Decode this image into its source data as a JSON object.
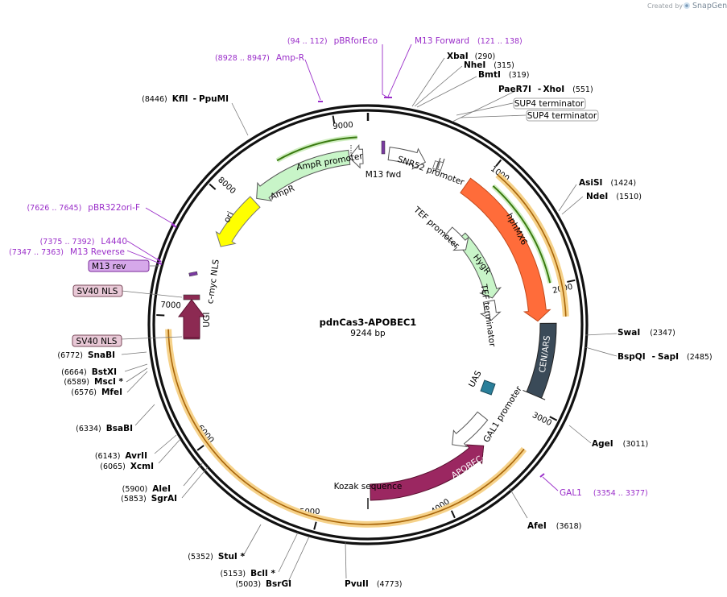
{
  "credit": {
    "prefix": "Created by",
    "brand": "SnapGene"
  },
  "plasmid": {
    "name": "pdnCas3-APOBEC1",
    "length_label": "9244 bp",
    "length": 9244
  },
  "tick_labels": [
    "1000",
    "2000",
    "3000",
    "4000",
    "5000",
    "6000",
    "7000",
    "8000",
    "9000"
  ],
  "sites": [
    {
      "name": "XbaI",
      "coord": "(290)"
    },
    {
      "name": "NheI",
      "coord": "(315)"
    },
    {
      "name": "BmtI",
      "coord": "(319)"
    },
    {
      "name": "PaeR7I",
      "name2": "XhoI",
      "coord": "(551)"
    },
    {
      "name": "AsiSI",
      "coord": "(1424)"
    },
    {
      "name": "NdeI",
      "coord": "(1510)"
    },
    {
      "name": "SwaI",
      "coord": "(2347)"
    },
    {
      "name": "BspQI",
      "name2": "SapI",
      "coord": "(2485)"
    },
    {
      "name": "AgeI",
      "coord": "(3011)"
    },
    {
      "name": "AfeI",
      "coord": "(3618)"
    },
    {
      "name": "PvuII",
      "coord": "(4773)"
    },
    {
      "name": "BsrGI",
      "coord": "(5003)"
    },
    {
      "name": "BclI *",
      "coord": "(5153)"
    },
    {
      "name": "StuI *",
      "coord": "(5352)"
    },
    {
      "name": "SgrAI",
      "coord": "(5853)"
    },
    {
      "name": "AleI",
      "coord": "(5900)"
    },
    {
      "name": "XcmI",
      "coord": "(6065)"
    },
    {
      "name": "AvrII",
      "coord": "(6143)"
    },
    {
      "name": "BsaBI",
      "coord": "(6334)"
    },
    {
      "name": "MfeI",
      "coord": "(6576)"
    },
    {
      "name": "MscI *",
      "coord": "(6589)"
    },
    {
      "name": "BstXI",
      "coord": "(6664)"
    },
    {
      "name": "SnaBI",
      "coord": "(6772)"
    },
    {
      "name": "KflI",
      "name2": "PpuMI",
      "coord": "(8446)"
    }
  ],
  "primers": [
    {
      "name": "pBRforEco",
      "coord": "(94 .. 112)"
    },
    {
      "name": "M13 Forward",
      "coord": "(121 .. 138)"
    },
    {
      "name": "Amp-R",
      "coord": "(8928 .. 8947)"
    },
    {
      "name": "pBR322ori-F",
      "coord": "(7626 .. 7645)"
    },
    {
      "name": "L4440",
      "coord": "(7375 .. 7392)"
    },
    {
      "name": "M13 Reverse",
      "coord": "(7347 .. 7363)"
    },
    {
      "name": "GAL1",
      "coord": "(3354 .. 3377)"
    }
  ],
  "boxed_labels": [
    {
      "name": "SUP4 terminator"
    },
    {
      "name": "SUP4 terminator"
    },
    {
      "name": "M13 rev"
    },
    {
      "name": "SV40 NLS"
    },
    {
      "name": "SV40 NLS"
    }
  ],
  "features": [
    {
      "name": "hphMX6"
    },
    {
      "name": "HygR"
    },
    {
      "name": "CEN/ARS"
    },
    {
      "name": "APOBEC-1"
    },
    {
      "name": "AmpR"
    },
    {
      "name": "ori"
    },
    {
      "name": "UGI"
    },
    {
      "name": "SNR52 promoter"
    },
    {
      "name": "TEF promoter"
    },
    {
      "name": "TEF terminator"
    },
    {
      "name": "UAS"
    },
    {
      "name": "GAL1 promoter"
    },
    {
      "name": "Kozak sequence"
    },
    {
      "name": "AmpR promoter"
    },
    {
      "name": "M13 fwd"
    },
    {
      "name": "c-myc NLS"
    }
  ],
  "colors": {
    "backbone": "#111111",
    "primer": "#9a2ec9",
    "hphMX6": "#ff6c3a",
    "HygR": "#c8f5c8",
    "CEN_ARS": "#3a4a58",
    "APOBEC_1": "#9b2761",
    "AmpR": "#c8f5c8",
    "ori": "#ffff00",
    "UGI": "#8c2a52",
    "UAS": "#2a7f9a",
    "orf_highlight": "#f6d28a",
    "orf_line": "#c58a16",
    "green_orf": "#4a8f1e"
  }
}
